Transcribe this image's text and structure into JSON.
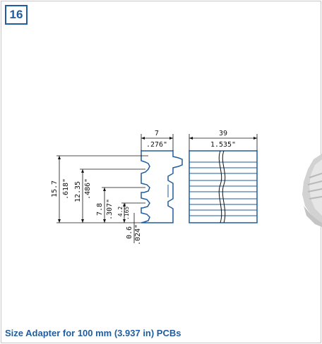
{
  "badge": {
    "number": "16"
  },
  "caption": "Size Adapter for 100 mm (3.937 in) PCBs",
  "colors": {
    "accent": "#1f5d9e",
    "outline": "#1f5d9e",
    "dimension_line": "#111111"
  },
  "drawing": {
    "side_view": {
      "width_mm": "7",
      "width_in": ".276\"",
      "heights": [
        {
          "mm": "15.7",
          "in": ".618\""
        },
        {
          "mm": "12.35",
          "in": ".486\""
        },
        {
          "mm": "7.8",
          "in": ".307\""
        },
        {
          "mm": "4.2",
          "in": ".165\""
        },
        {
          "mm": "0.6",
          "in": ".024\""
        }
      ]
    },
    "front_view": {
      "width_mm": "39",
      "width_in": "1.535\""
    }
  }
}
